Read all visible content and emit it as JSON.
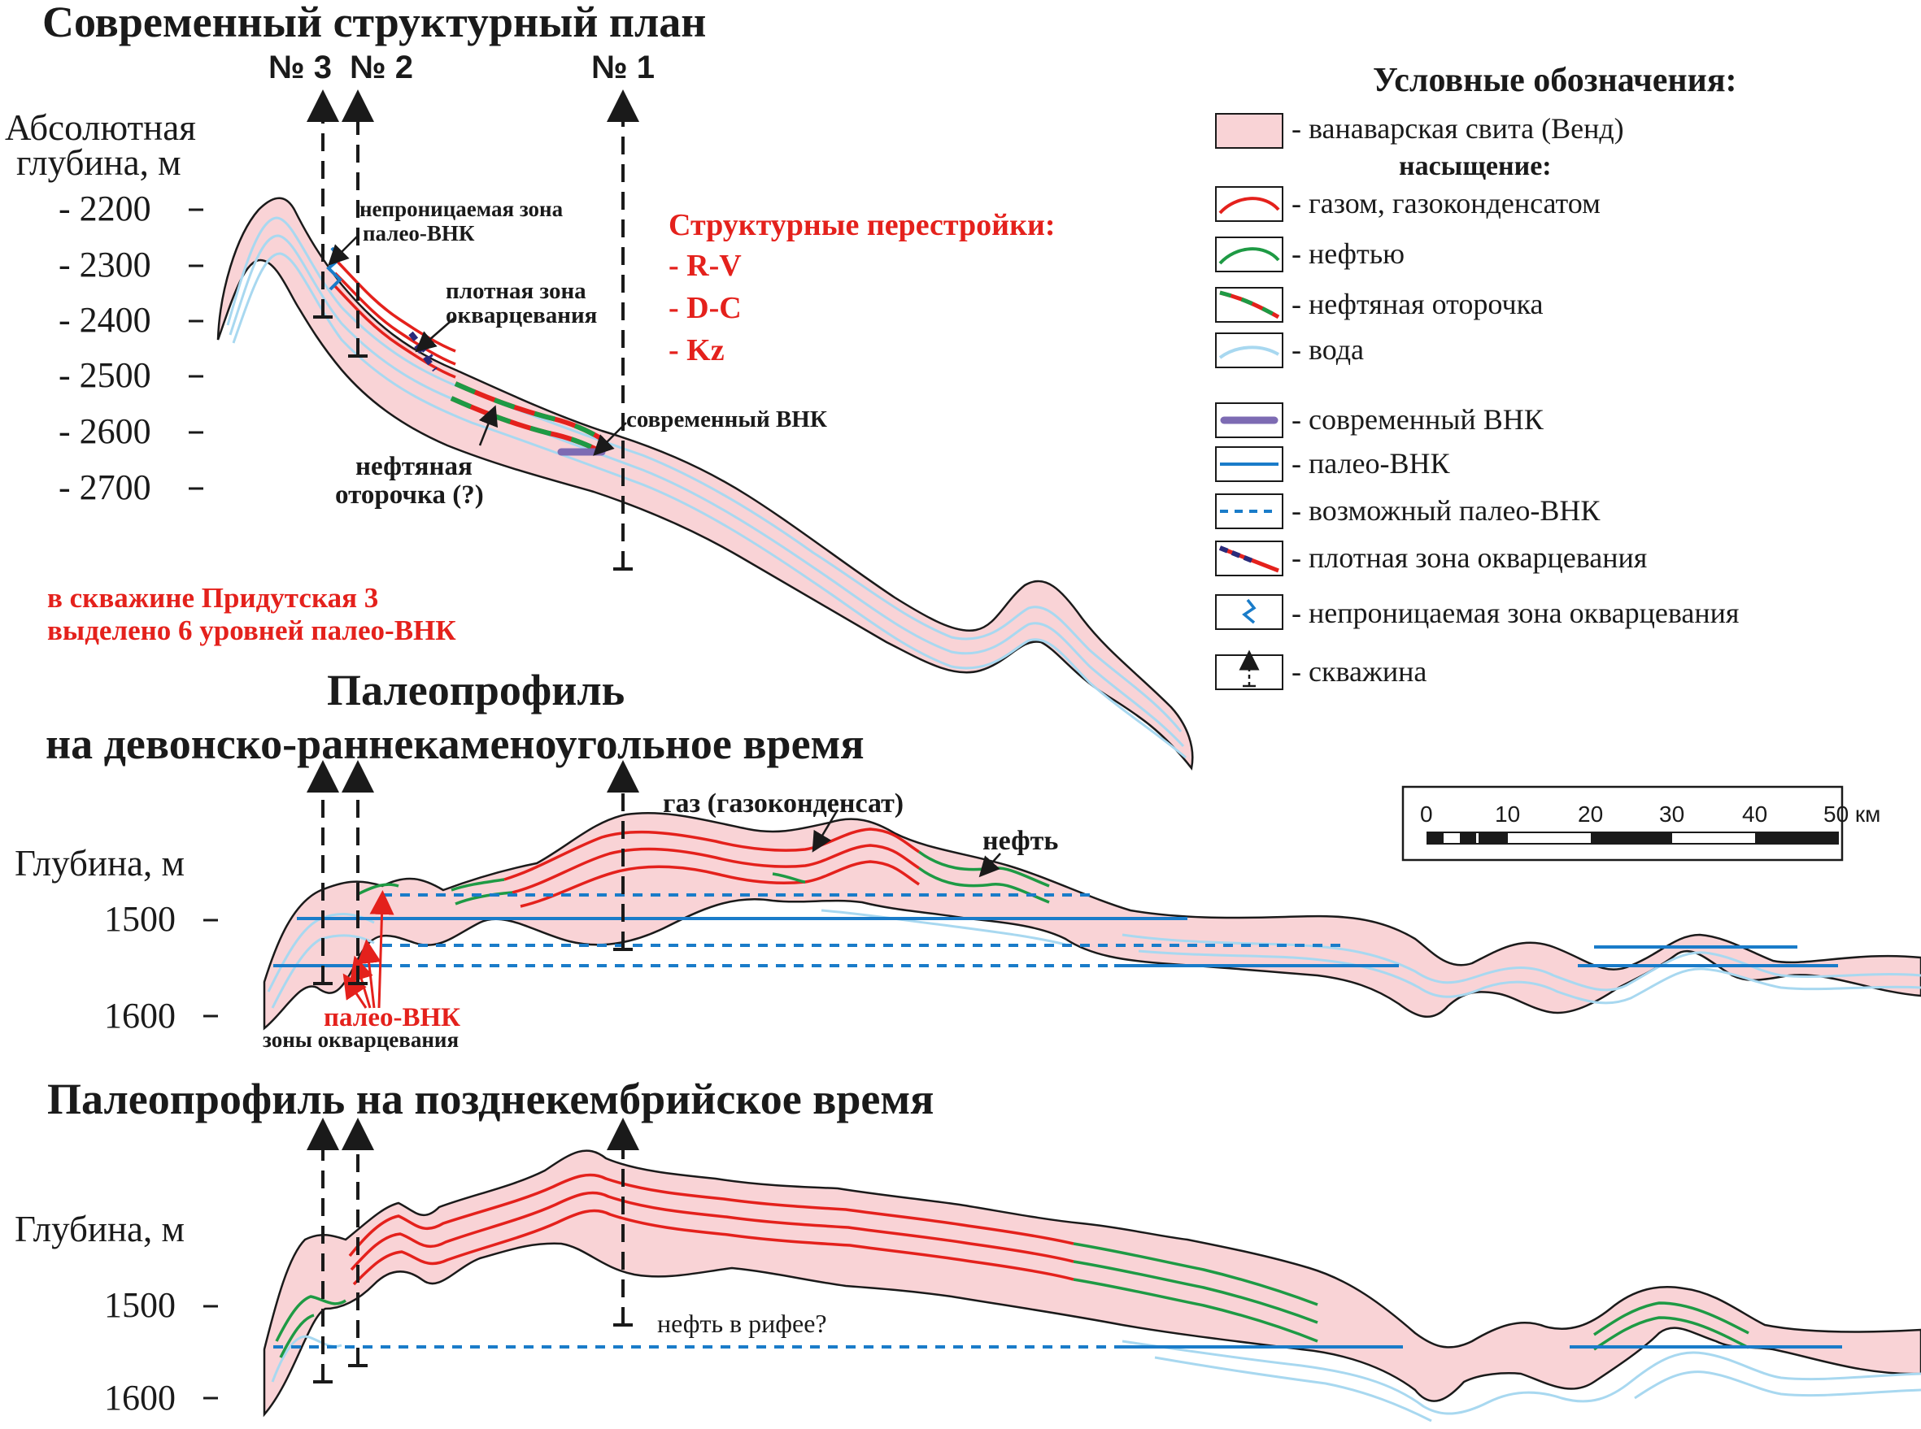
{
  "titles": {
    "modern": "Современный структурный план",
    "paleo_dc_line1": "Палеопрофиль",
    "paleo_dc_line2": "на девонско-раннекаменоугольное время",
    "paleo_cambrian": "Палеопрофиль на позднекембрийское время"
  },
  "wells": {
    "w3": "№ 3",
    "w2": "№ 2",
    "w1": "№ 1"
  },
  "axes": {
    "top": {
      "label_line1": "Абсолютная",
      "label_line2": "глубина, м",
      "ticks": [
        "- 2200",
        "- 2300",
        "- 2400",
        "- 2500",
        "- 2600",
        "- 2700"
      ]
    },
    "middle": {
      "label": "Глубина, м",
      "ticks": [
        "1500",
        "1600"
      ]
    },
    "bottom": {
      "label": "Глубина, м",
      "ticks": [
        "1500",
        "1600"
      ]
    }
  },
  "annotations": {
    "impermeable_line1": "непроницаемая зона",
    "impermeable_line2": "палео-ВНК",
    "dense_line1": "плотная зона",
    "dense_line2": "окварцевания",
    "modern_owc": "современный ВНК",
    "oil_rim_line1": "нефтяная",
    "oil_rim_line2": "оторочка (?)",
    "restructuring_title": "Структурные перестройки:",
    "restructuring_items": [
      "- R-V",
      "- D-C",
      "- Kz"
    ],
    "pridutskaya_line1": "в скважине Придутская 3",
    "pridutskaya_line2": "выделено 6 уровней палео-ВНК",
    "gas": "газ (газоконденсат)",
    "oil": "нефть",
    "paleo_owc": "палео-ВНК",
    "quartz_zones": "зоны окварцевания",
    "oil_riphean": "нефть в рифее?"
  },
  "legend": {
    "title": "Условные обозначения:",
    "vanavara": "- ванаварская свита (Венд)",
    "saturation": "насыщение:",
    "gas": "- газом, газоконденсатом",
    "oil": "- нефтью",
    "oil_rim": "- нефтяная оторочка",
    "water": "- вода",
    "modern_owc": "- современный ВНК",
    "paleo_owc": "- палео-ВНК",
    "possible_paleo_owc": "- возможный палео-ВНК",
    "dense_zone": "- плотная зона окварцевания",
    "impermeable_zone": "- непроницаемая зона окварцевания",
    "well": "- скважина"
  },
  "scale_bar": {
    "labels": [
      "0",
      "10",
      "20",
      "30",
      "40",
      "50 км"
    ]
  },
  "colors": {
    "formation_fill": "#f9d3d6",
    "gas": "#e4211c",
    "oil": "#1e9a44",
    "water": "#a8d8f0",
    "paleo_owc": "#1a7cc9",
    "modern_owc": "#7d6bb3",
    "dense_zone_dash": "#2a2a7a"
  }
}
